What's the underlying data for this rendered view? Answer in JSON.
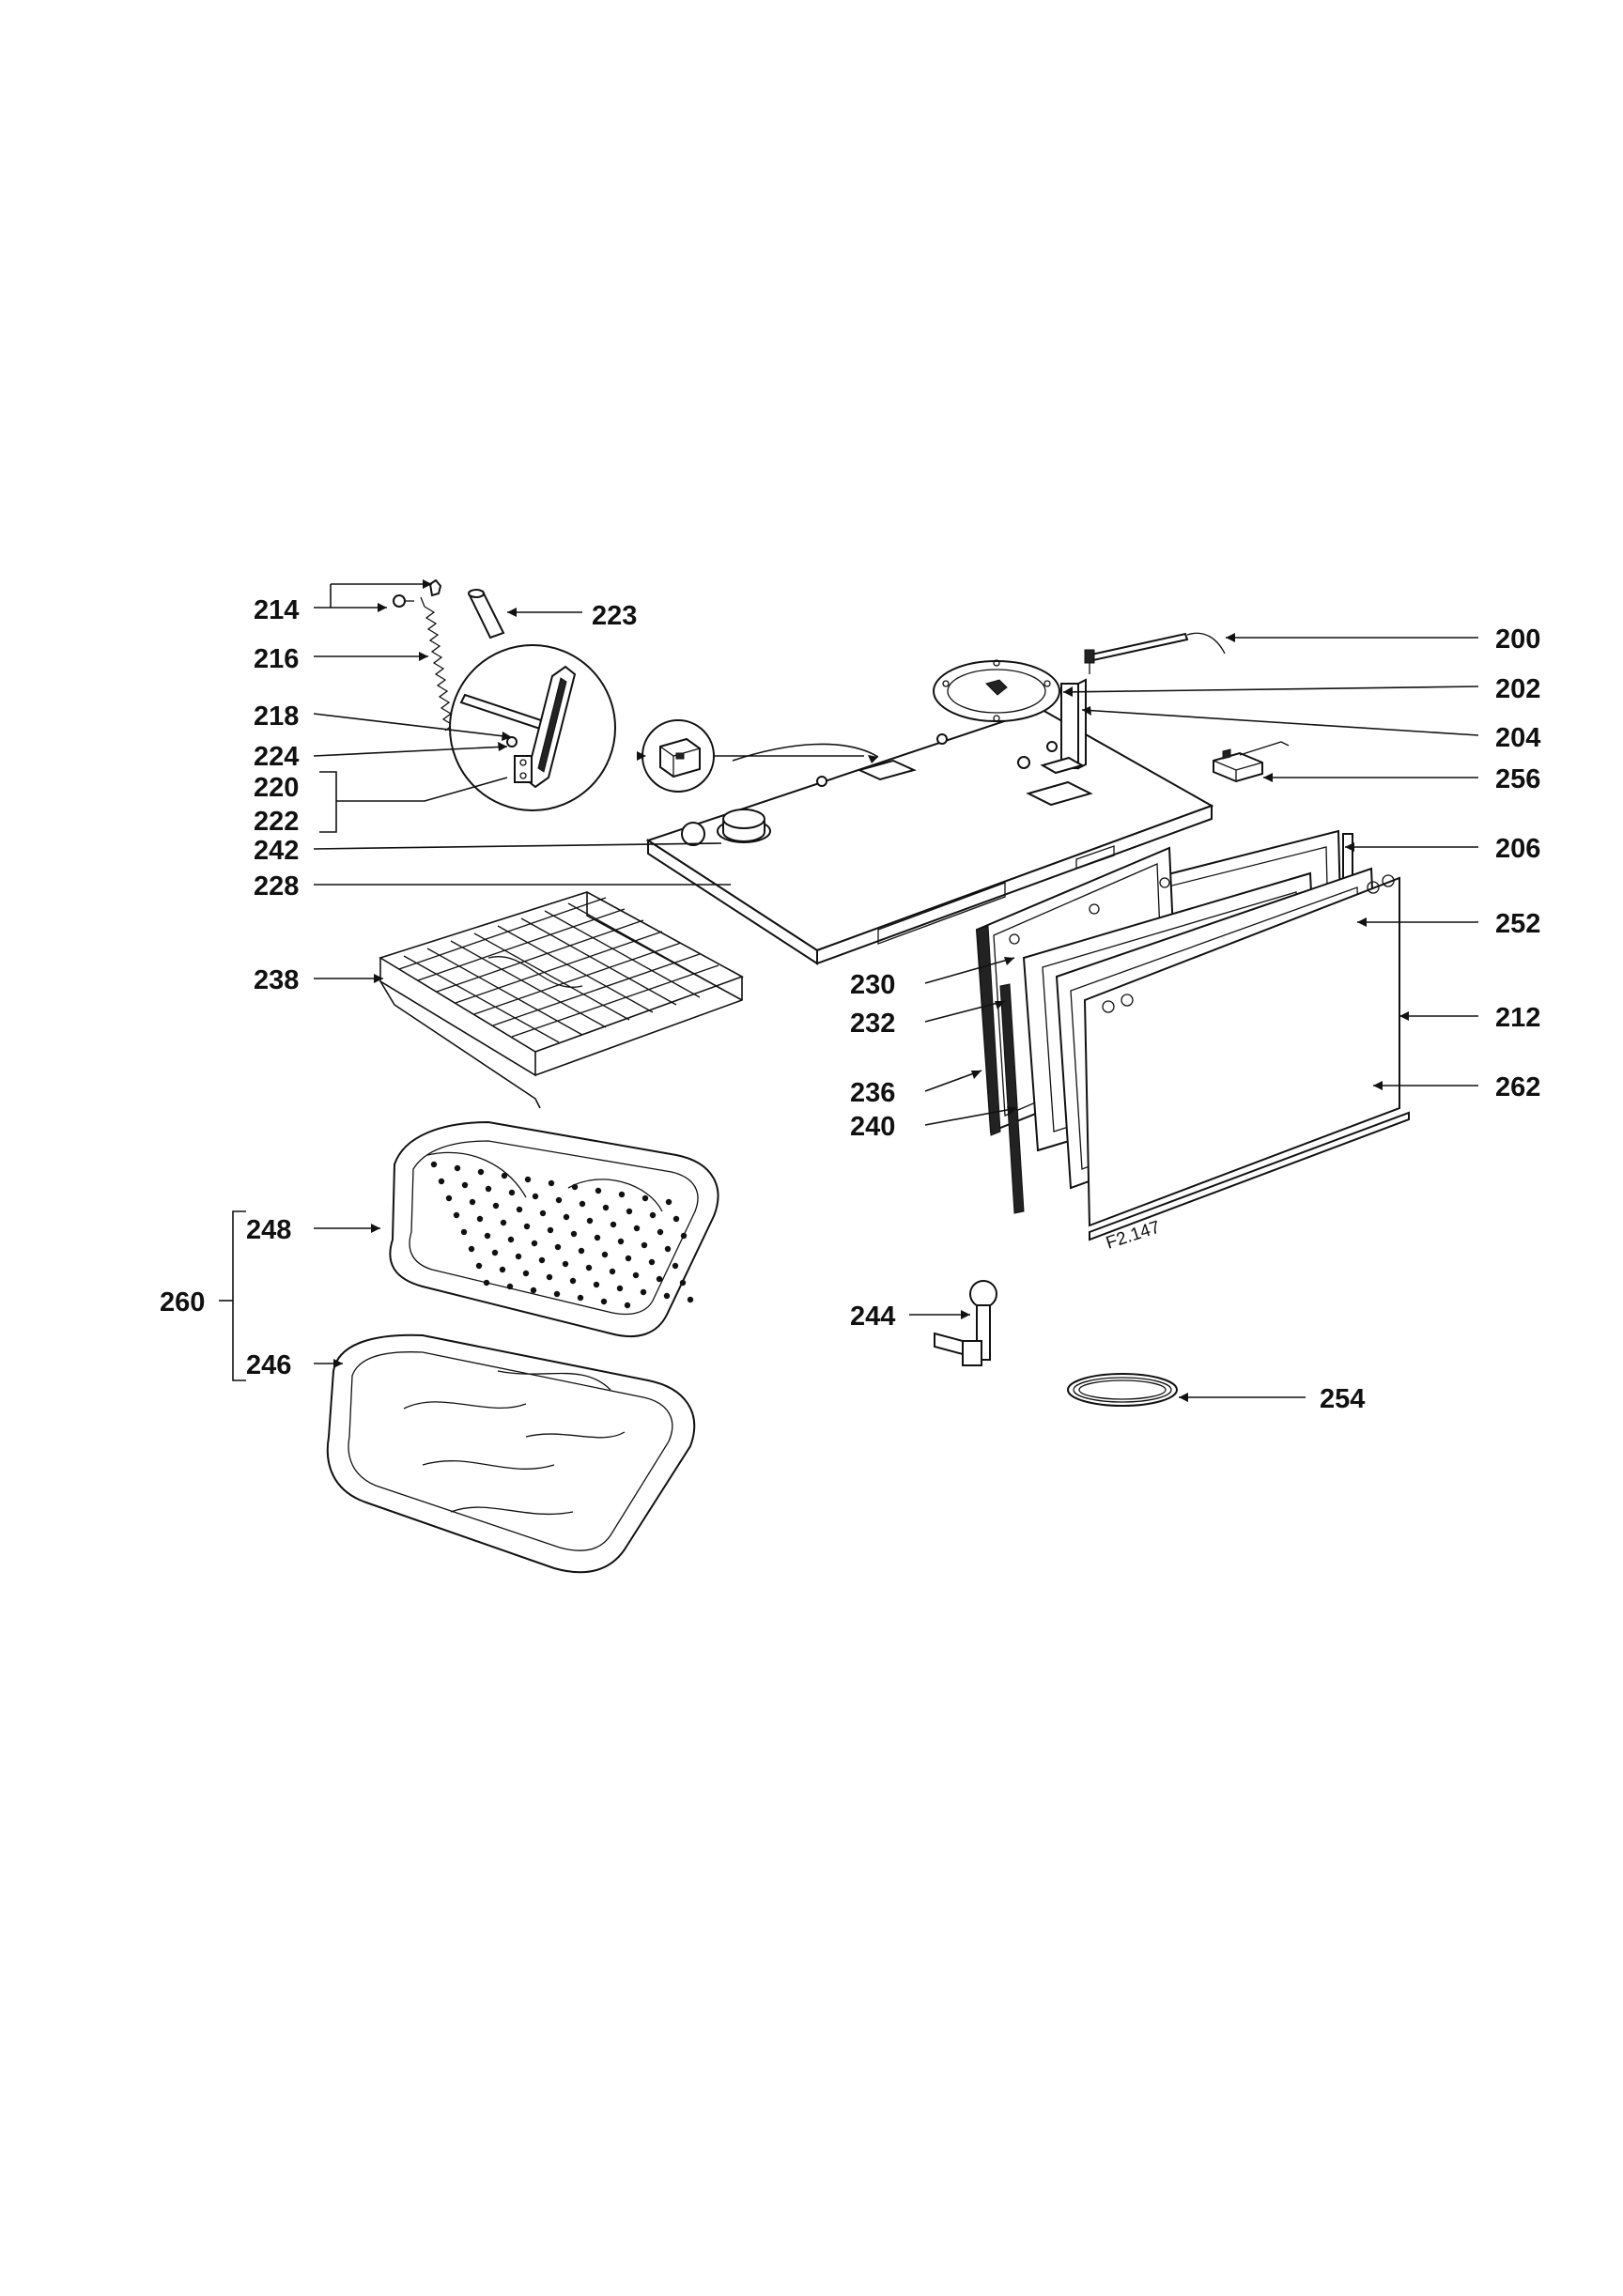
{
  "drawing_code": "F2.147",
  "parts": [
    {
      "id": "p200",
      "number": "200",
      "name": "probe"
    },
    {
      "id": "p202",
      "number": "202",
      "name": "fan-ring"
    },
    {
      "id": "p204",
      "number": "204",
      "name": "bracket"
    },
    {
      "id": "p206",
      "number": "206",
      "name": "door-inner-frame"
    },
    {
      "id": "p212",
      "number": "212",
      "name": "door-outer-glass"
    },
    {
      "id": "p214",
      "number": "214",
      "name": "clip-and-screw"
    },
    {
      "id": "p216",
      "number": "216",
      "name": "spring"
    },
    {
      "id": "p218",
      "number": "218",
      "name": "hinge-lever"
    },
    {
      "id": "p220",
      "number": "220",
      "name": "hinge-left"
    },
    {
      "id": "p222",
      "number": "222",
      "name": "hinge-right"
    },
    {
      "id": "p223",
      "number": "223",
      "name": "pin"
    },
    {
      "id": "p224",
      "number": "224",
      "name": "hinge-clip"
    },
    {
      "id": "p228",
      "number": "228",
      "name": "oven-floor"
    },
    {
      "id": "p230",
      "number": "230",
      "name": "door-seal"
    },
    {
      "id": "p232",
      "number": "232",
      "name": "inner-panel"
    },
    {
      "id": "p236",
      "number": "236",
      "name": "inner-glass"
    },
    {
      "id": "p238",
      "number": "238",
      "name": "wire-shelf"
    },
    {
      "id": "p240",
      "number": "240",
      "name": "gasket"
    },
    {
      "id": "p242",
      "number": "242",
      "name": "key"
    },
    {
      "id": "p244",
      "number": "244",
      "name": "foot"
    },
    {
      "id": "p246",
      "number": "246",
      "name": "drip-tray"
    },
    {
      "id": "p248",
      "number": "248",
      "name": "perforated-tray"
    },
    {
      "id": "p252",
      "number": "252",
      "name": "door-glass"
    },
    {
      "id": "p254",
      "number": "254",
      "name": "o-ring"
    },
    {
      "id": "p256",
      "number": "256",
      "name": "switch"
    },
    {
      "id": "p260",
      "number": "260",
      "name": "tray-set"
    },
    {
      "id": "p262",
      "number": "262",
      "name": "door-strip"
    }
  ]
}
